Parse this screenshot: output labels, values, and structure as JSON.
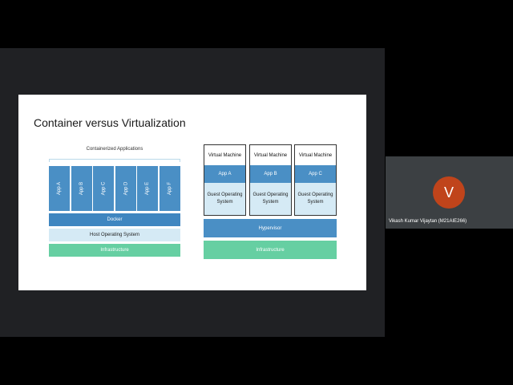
{
  "slide": {
    "title": "Container versus Virtualization",
    "containers": {
      "label": "Containerized Applications",
      "apps": [
        "App A",
        "App B",
        "App C",
        "App D",
        "App E",
        "App F"
      ],
      "docker": "Docker",
      "host_os": "Host Operating System",
      "infrastructure": "Infrastructure"
    },
    "virtualization": {
      "vms": [
        {
          "title": "Virtual Machine",
          "app": "App A",
          "os": "Guest Operating System"
        },
        {
          "title": "Virtual Machine",
          "app": "App B",
          "os": "Guest Operating System"
        },
        {
          "title": "Virtual Machine",
          "app": "App C",
          "os": "Guest Operating System"
        }
      ],
      "hypervisor": "Hypervisor",
      "infrastructure": "Infrastructure"
    }
  },
  "participant": {
    "initial": "V",
    "name": "Vikash Kumar Vijaytan (M21AIE266)",
    "avatar_color": "#c0441b"
  }
}
